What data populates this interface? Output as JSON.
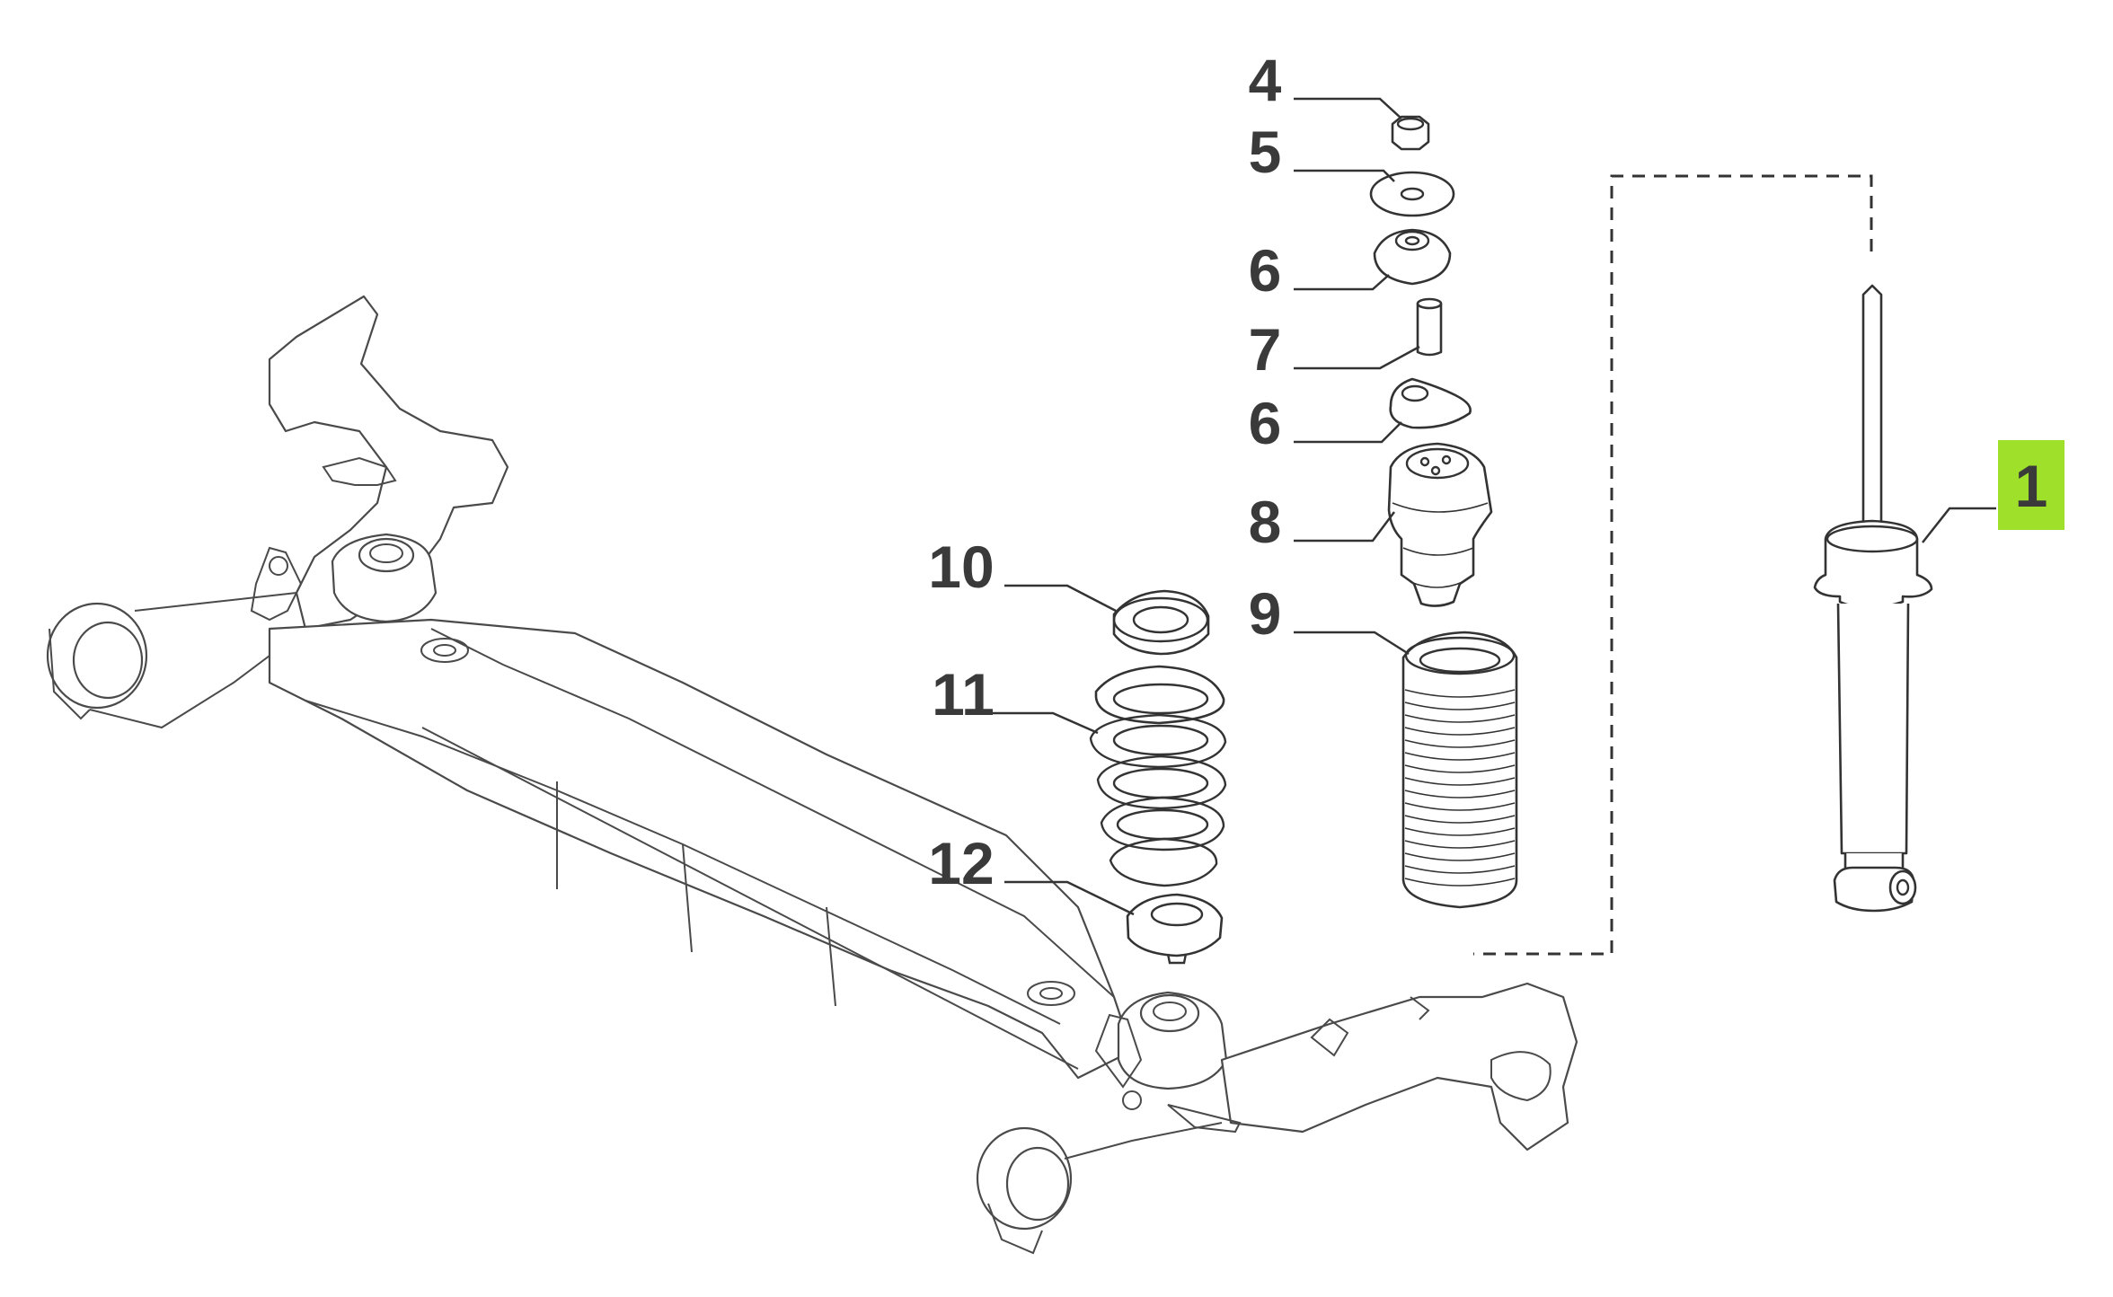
{
  "callouts": [
    {
      "id": "4",
      "label": "4"
    },
    {
      "id": "5",
      "label": "5"
    },
    {
      "id": "6a",
      "label": "6"
    },
    {
      "id": "7",
      "label": "7"
    },
    {
      "id": "6b",
      "label": "6"
    },
    {
      "id": "8",
      "label": "8"
    },
    {
      "id": "9",
      "label": "9"
    },
    {
      "id": "10",
      "label": "10"
    },
    {
      "id": "11",
      "label": "11"
    },
    {
      "id": "12",
      "label": "12"
    },
    {
      "id": "1",
      "label": "1",
      "highlighted": true
    }
  ],
  "colors": {
    "highlight": "#9ee02a",
    "line": "#333333",
    "label": "#3a3a3a"
  }
}
